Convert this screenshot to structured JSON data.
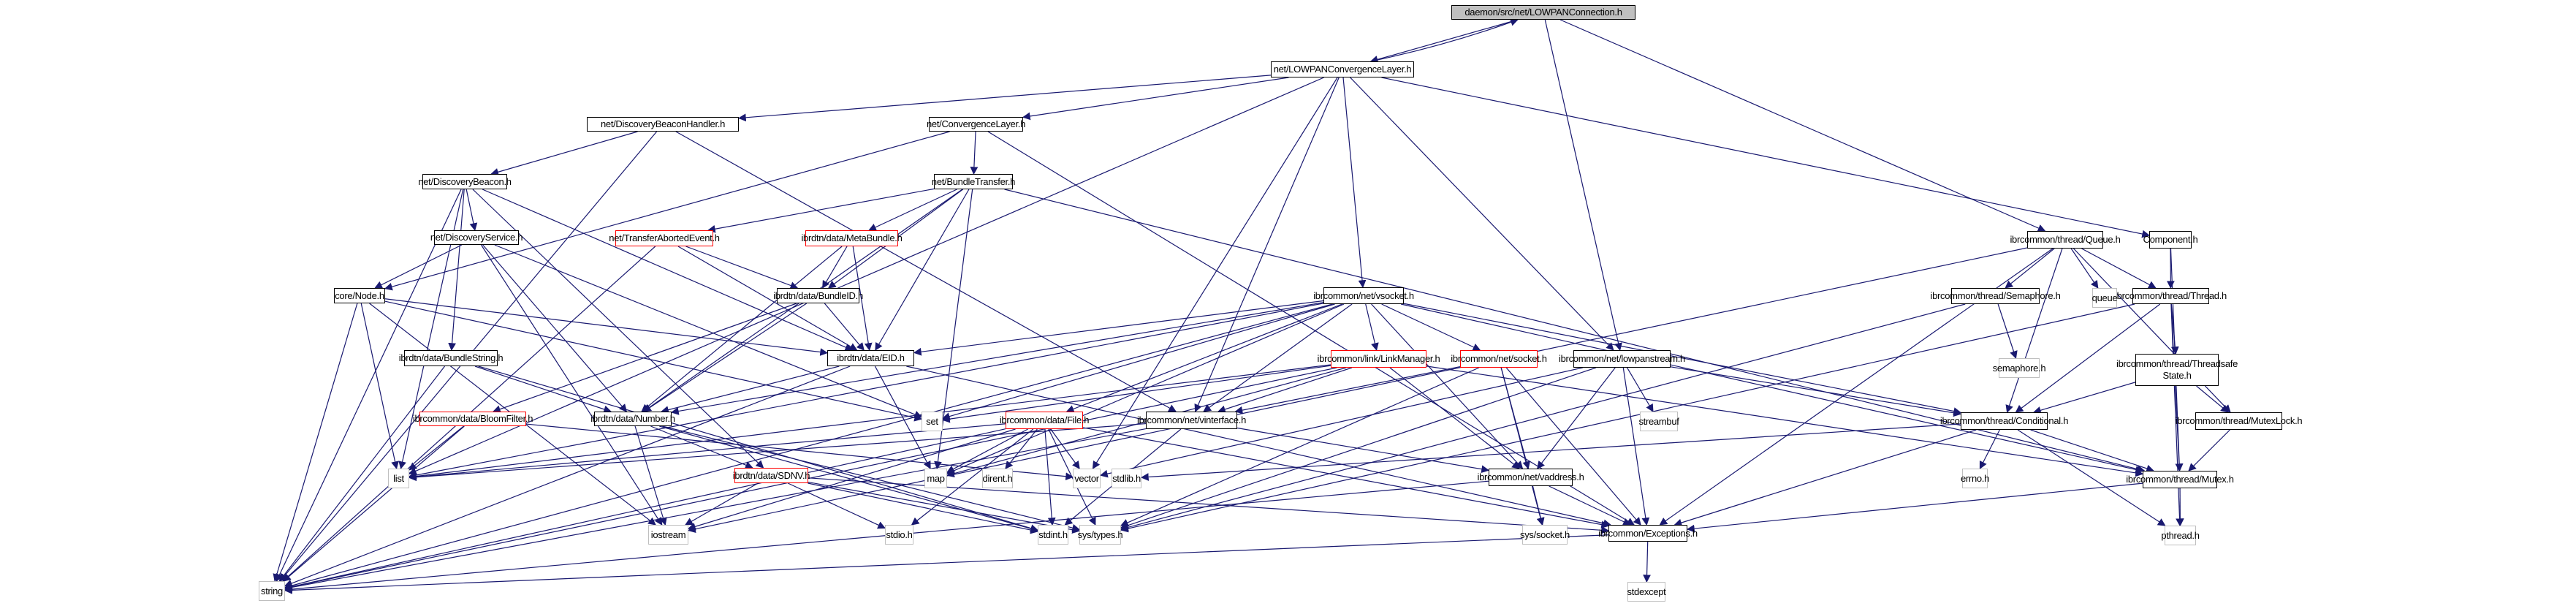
{
  "title": "Include dependency graph for daemon/src/net/LOWPANConnection.h",
  "colors": {
    "edge": "#191970",
    "root_fill": "#bfbfbf",
    "documented_border": "#000000",
    "incomplete_border": "#ff0000",
    "system_border": "#bfbfbf"
  },
  "nodes": [
    {
      "id": "root",
      "label": "daemon/src/net/LOWPANConnection.h",
      "kind": "root"
    },
    {
      "id": "lowpancl",
      "label": "net/LOWPANConvergenceLayer.h",
      "kind": "black"
    },
    {
      "id": "dbh",
      "label": "net/DiscoveryBeaconHandler.h",
      "kind": "black"
    },
    {
      "id": "cl",
      "label": "net/ConvergenceLayer.h",
      "kind": "black"
    },
    {
      "id": "db",
      "label": "net/DiscoveryBeacon.h",
      "kind": "black"
    },
    {
      "id": "bt",
      "label": "net/BundleTransfer.h",
      "kind": "black"
    },
    {
      "id": "ds",
      "label": "net/DiscoveryService.h",
      "kind": "black"
    },
    {
      "id": "tae",
      "label": "net/TransferAbortedEvent.h",
      "kind": "red"
    },
    {
      "id": "mb",
      "label": "ibrdtn/data/MetaBundle.h",
      "kind": "red"
    },
    {
      "id": "node",
      "label": "core/Node.h",
      "kind": "black"
    },
    {
      "id": "bid",
      "label": "ibrdtn/data/BundleID.h",
      "kind": "black"
    },
    {
      "id": "eid",
      "label": "ibrdtn/data/EID.h",
      "kind": "black"
    },
    {
      "id": "bs",
      "label": "ibrdtn/data/BundleString.h",
      "kind": "black"
    },
    {
      "id": "bf",
      "label": "ibrcommon/data/BloomFilter.h",
      "kind": "red"
    },
    {
      "id": "num",
      "label": "ibrdtn/data/Number.h",
      "kind": "black"
    },
    {
      "id": "sdnv",
      "label": "ibrdtn/data/SDNV.h",
      "kind": "red"
    },
    {
      "id": "vsock",
      "label": "ibrcommon/net/vsocket.h",
      "kind": "black"
    },
    {
      "id": "lm",
      "label": "ibrcommon/link/LinkManager.h",
      "kind": "red"
    },
    {
      "id": "sock",
      "label": "ibrcommon/net/socket.h",
      "kind": "red"
    },
    {
      "id": "lps",
      "label": "ibrcommon/net/lowpanstream.h",
      "kind": "black"
    },
    {
      "id": "file",
      "label": "ibrcommon/data/File.h",
      "kind": "red"
    },
    {
      "id": "vif",
      "label": "ibrcommon/net/vinterface.h",
      "kind": "black"
    },
    {
      "id": "vaddr",
      "label": "ibrcommon/net/vaddress.h",
      "kind": "black"
    },
    {
      "id": "exc",
      "label": "ibrcommon/Exceptions.h",
      "kind": "black"
    },
    {
      "id": "queue_h",
      "label": "ibrcommon/thread/Queue.h",
      "kind": "black"
    },
    {
      "id": "comp",
      "label": "Component.h",
      "kind": "black"
    },
    {
      "id": "sem",
      "label": "ibrcommon/thread/Semaphore.h",
      "kind": "black"
    },
    {
      "id": "thread",
      "label": "ibrcommon/thread/Thread.h",
      "kind": "black"
    },
    {
      "id": "tss",
      "label": "ibrcommon/thread/Threadsafe\nState.h",
      "kind": "black"
    },
    {
      "id": "cond",
      "label": "ibrcommon/thread/Conditional.h",
      "kind": "black"
    },
    {
      "id": "mlock",
      "label": "ibrcommon/thread/MutexLock.h",
      "kind": "black"
    },
    {
      "id": "mutex",
      "label": "ibrcommon/thread/Mutex.h",
      "kind": "black"
    },
    {
      "id": "s_list",
      "label": "list",
      "kind": "sys"
    },
    {
      "id": "s_iostream",
      "label": "iostream",
      "kind": "sys"
    },
    {
      "id": "s_string",
      "label": "string",
      "kind": "sys"
    },
    {
      "id": "s_set",
      "label": "set",
      "kind": "sys"
    },
    {
      "id": "s_map",
      "label": "map",
      "kind": "sys"
    },
    {
      "id": "s_dirent",
      "label": "dirent.h",
      "kind": "sys"
    },
    {
      "id": "s_vector",
      "label": "vector",
      "kind": "sys"
    },
    {
      "id": "s_stdlib",
      "label": "stdlib.h",
      "kind": "sys"
    },
    {
      "id": "s_stdio",
      "label": "stdio.h",
      "kind": "sys"
    },
    {
      "id": "s_stdint",
      "label": "stdint.h",
      "kind": "sys"
    },
    {
      "id": "s_systypes",
      "label": "sys/types.h",
      "kind": "sys"
    },
    {
      "id": "s_syssocket",
      "label": "sys/socket.h",
      "kind": "sys"
    },
    {
      "id": "s_stdexcept",
      "label": "stdexcept",
      "kind": "sys"
    },
    {
      "id": "s_streambuf",
      "label": "streambuf",
      "kind": "sys"
    },
    {
      "id": "s_queue",
      "label": "queue",
      "kind": "sys"
    },
    {
      "id": "s_semaphore",
      "label": "semaphore.h",
      "kind": "sys"
    },
    {
      "id": "s_errno",
      "label": "errno.h",
      "kind": "sys"
    },
    {
      "id": "s_pthread",
      "label": "pthread.h",
      "kind": "sys"
    }
  ],
  "edges": [
    [
      "root",
      "lowpancl"
    ],
    [
      "lowpancl",
      "root"
    ],
    [
      "root",
      "lps"
    ],
    [
      "root",
      "queue_h"
    ],
    [
      "lowpancl",
      "dbh"
    ],
    [
      "lowpancl",
      "cl"
    ],
    [
      "lowpancl",
      "comp"
    ],
    [
      "lowpancl",
      "vsock"
    ],
    [
      "lowpancl",
      "vif"
    ],
    [
      "lowpancl",
      "lps"
    ],
    [
      "lowpancl",
      "s_list"
    ],
    [
      "lowpancl",
      "s_vector"
    ],
    [
      "dbh",
      "db"
    ],
    [
      "dbh",
      "s_string"
    ],
    [
      "dbh",
      "vif"
    ],
    [
      "cl",
      "bt"
    ],
    [
      "cl",
      "node"
    ],
    [
      "cl",
      "exc"
    ],
    [
      "db",
      "ds"
    ],
    [
      "db",
      "bs"
    ],
    [
      "db",
      "eid"
    ],
    [
      "db",
      "s_list"
    ],
    [
      "db",
      "s_string"
    ],
    [
      "db",
      "sdnv"
    ],
    [
      "bt",
      "tae"
    ],
    [
      "bt",
      "mb"
    ],
    [
      "bt",
      "bid"
    ],
    [
      "bt",
      "eid"
    ],
    [
      "bt",
      "num"
    ],
    [
      "bt",
      "s_map"
    ],
    [
      "bt",
      "mutex"
    ],
    [
      "ds",
      "node"
    ],
    [
      "ds",
      "num"
    ],
    [
      "ds",
      "s_iostream"
    ],
    [
      "ds",
      "s_set"
    ],
    [
      "tae",
      "bid"
    ],
    [
      "tae",
      "eid"
    ],
    [
      "tae",
      "s_string"
    ],
    [
      "mb",
      "eid"
    ],
    [
      "mb",
      "num"
    ],
    [
      "mb",
      "bid"
    ],
    [
      "node",
      "eid"
    ],
    [
      "node",
      "s_string"
    ],
    [
      "node",
      "s_list"
    ],
    [
      "node",
      "s_iostream"
    ],
    [
      "node",
      "s_set"
    ],
    [
      "bid",
      "eid"
    ],
    [
      "bid",
      "num"
    ],
    [
      "bid",
      "bf"
    ],
    [
      "eid",
      "num"
    ],
    [
      "eid",
      "s_map"
    ],
    [
      "eid",
      "exc"
    ],
    [
      "eid",
      "s_string"
    ],
    [
      "bs",
      "num"
    ],
    [
      "bs",
      "s_string"
    ],
    [
      "bs",
      "s_stdint"
    ],
    [
      "bf",
      "s_list"
    ],
    [
      "bf",
      "s_string"
    ],
    [
      "bf",
      "s_vector"
    ],
    [
      "num",
      "sdnv"
    ],
    [
      "num",
      "s_iostream"
    ],
    [
      "num",
      "s_stdint"
    ],
    [
      "num",
      "s_systypes"
    ],
    [
      "sdnv",
      "s_iostream"
    ],
    [
      "sdnv",
      "s_stdio"
    ],
    [
      "sdnv",
      "s_stdint"
    ],
    [
      "sdnv",
      "s_systypes"
    ],
    [
      "sdnv",
      "exc"
    ],
    [
      "vsock",
      "lm"
    ],
    [
      "vsock",
      "sock"
    ],
    [
      "vsock",
      "vif"
    ],
    [
      "vsock",
      "vaddr"
    ],
    [
      "vsock",
      "file"
    ],
    [
      "vsock",
      "s_set"
    ],
    [
      "vsock",
      "s_map"
    ],
    [
      "vsock",
      "s_list"
    ],
    [
      "vsock",
      "num"
    ],
    [
      "vsock",
      "eid"
    ],
    [
      "vsock",
      "cond"
    ],
    [
      "vsock",
      "mutex"
    ],
    [
      "vsock",
      "s_string"
    ],
    [
      "lm",
      "vif"
    ],
    [
      "lm",
      "vaddr"
    ],
    [
      "lm",
      "s_set"
    ],
    [
      "lm",
      "s_map"
    ],
    [
      "lm",
      "s_list"
    ],
    [
      "lm",
      "mutex"
    ],
    [
      "lm",
      "s_string"
    ],
    [
      "sock",
      "vif"
    ],
    [
      "sock",
      "vaddr"
    ],
    [
      "sock",
      "exc"
    ],
    [
      "sock",
      "s_syssocket"
    ],
    [
      "sock",
      "s_systypes"
    ],
    [
      "lps",
      "cond"
    ],
    [
      "lps",
      "vaddr"
    ],
    [
      "lps",
      "s_streambuf"
    ],
    [
      "lps",
      "s_vector"
    ],
    [
      "lps",
      "s_systypes"
    ],
    [
      "lps",
      "exc"
    ],
    [
      "file",
      "s_list"
    ],
    [
      "file",
      "s_map"
    ],
    [
      "file",
      "s_dirent"
    ],
    [
      "file",
      "s_vector"
    ],
    [
      "file",
      "s_stdio"
    ],
    [
      "file",
      "s_stdint"
    ],
    [
      "file",
      "s_systypes"
    ],
    [
      "file",
      "s_iostream"
    ],
    [
      "file",
      "exc"
    ],
    [
      "file",
      "s_string"
    ],
    [
      "vif",
      "vaddr"
    ],
    [
      "vif",
      "s_list"
    ],
    [
      "vif",
      "s_string"
    ],
    [
      "vif",
      "s_stdint"
    ],
    [
      "vaddr",
      "s_syssocket"
    ],
    [
      "vaddr",
      "exc"
    ],
    [
      "vaddr",
      "s_string"
    ],
    [
      "exc",
      "s_stdexcept"
    ],
    [
      "exc",
      "s_string"
    ],
    [
      "queue_h",
      "sem"
    ],
    [
      "queue_h",
      "s_queue"
    ],
    [
      "queue_h",
      "thread"
    ],
    [
      "queue_h",
      "cond"
    ],
    [
      "queue_h",
      "mlock"
    ],
    [
      "queue_h",
      "exc"
    ],
    [
      "queue_h",
      "s_iostream"
    ],
    [
      "comp",
      "thread"
    ],
    [
      "comp",
      "mutex"
    ],
    [
      "sem",
      "s_semaphore"
    ],
    [
      "sem",
      "s_systypes"
    ],
    [
      "thread",
      "tss"
    ],
    [
      "thread",
      "cond"
    ],
    [
      "thread",
      "mutex"
    ],
    [
      "thread",
      "s_pthread"
    ],
    [
      "thread",
      "s_systypes"
    ],
    [
      "tss",
      "cond"
    ],
    [
      "tss",
      "mlock"
    ],
    [
      "cond",
      "mutex"
    ],
    [
      "cond",
      "s_errno"
    ],
    [
      "cond",
      "s_pthread"
    ],
    [
      "cond",
      "exc"
    ],
    [
      "cond",
      "s_stdlib"
    ],
    [
      "mlock",
      "mutex"
    ],
    [
      "mutex",
      "s_pthread"
    ],
    [
      "mutex",
      "exc"
    ]
  ]
}
